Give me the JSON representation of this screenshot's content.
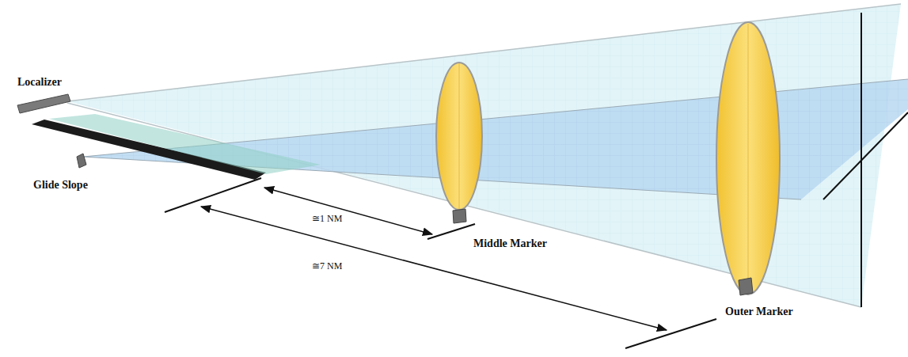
{
  "diagram": {
    "labels": [
      "Localizer",
      "Glide Slope",
      "≅1 NM",
      "Middle Marker",
      "≅7 NM",
      "Outer Marker"
    ]
  }
}
